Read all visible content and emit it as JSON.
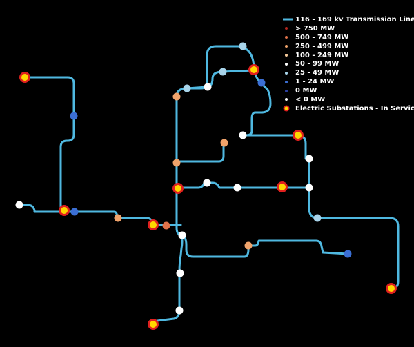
{
  "colors": {
    "background": "#000000",
    "line": "#4fb8e0",
    "substation_fill": "#ffd700",
    "substation_ring": "#e0201e",
    "class_gt750": "#b3261e",
    "class_500_749": "#e0724a",
    "class_250_499": "#f0a36b",
    "class_100_249": "#f5c99a",
    "class_50_99": "#ffffff",
    "class_25_49": "#a8d4ea",
    "class_1_24": "#3b6fd4",
    "class_0": "#2a3f9f",
    "class_lt0": "#ffffff"
  },
  "legend": [
    {
      "symbol": "line",
      "label": "116 - 169 kv Transmission Line"
    },
    {
      "symbol": "class_gt750",
      "label": "> 750 MW"
    },
    {
      "symbol": "class_500_749",
      "label": "500 - 749 MW"
    },
    {
      "symbol": "class_250_499",
      "label": "250 - 499 MW"
    },
    {
      "symbol": "class_100_249",
      "label": "100 - 249 MW"
    },
    {
      "symbol": "class_50_99",
      "label": "50 - 99 MW"
    },
    {
      "symbol": "class_25_49",
      "label": "25 - 49 MW"
    },
    {
      "symbol": "class_1_24",
      "label": "1 - 24 MW"
    },
    {
      "symbol": "class_0",
      "label": "0 MW"
    },
    {
      "symbol": "class_lt0",
      "label": "< 0 MW"
    },
    {
      "symbol": "substation",
      "label": "Electric Substations - In Service"
    }
  ]
}
